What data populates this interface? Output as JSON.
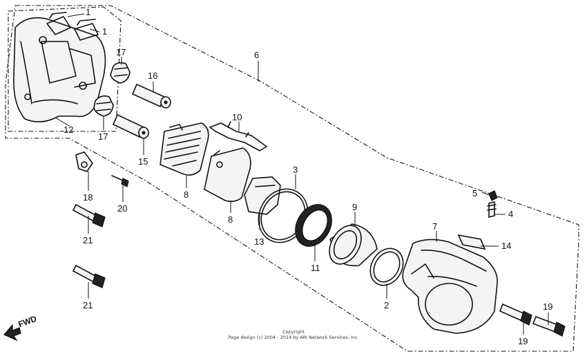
{
  "diagram": {
    "callouts": [
      {
        "id": "c1a",
        "text": "1"
      },
      {
        "id": "c1b",
        "text": "1"
      },
      {
        "id": "c2",
        "text": "2"
      },
      {
        "id": "c3",
        "text": "3"
      },
      {
        "id": "c4",
        "text": "4"
      },
      {
        "id": "c5",
        "text": "5"
      },
      {
        "id": "c6",
        "text": "6"
      },
      {
        "id": "c7",
        "text": "7"
      },
      {
        "id": "c8a",
        "text": "8"
      },
      {
        "id": "c8b",
        "text": "8"
      },
      {
        "id": "c9",
        "text": "9"
      },
      {
        "id": "c10",
        "text": "10"
      },
      {
        "id": "c11",
        "text": "11"
      },
      {
        "id": "c12",
        "text": "12"
      },
      {
        "id": "c13",
        "text": "13"
      },
      {
        "id": "c14",
        "text": "14"
      },
      {
        "id": "c15",
        "text": "15"
      },
      {
        "id": "c16",
        "text": "16"
      },
      {
        "id": "c17a",
        "text": "17"
      },
      {
        "id": "c17b",
        "text": "17"
      },
      {
        "id": "c18",
        "text": "18"
      },
      {
        "id": "c19a",
        "text": "19"
      },
      {
        "id": "c19b",
        "text": "19"
      },
      {
        "id": "c20",
        "text": "20"
      },
      {
        "id": "c21a",
        "text": "21"
      },
      {
        "id": "c21b",
        "text": "21"
      }
    ],
    "direction_label": "FWD",
    "copyright_line1": "Copyright",
    "copyright_line2": "Page design (c) 2004 - 2014 by ARI Network Services, Inc."
  }
}
